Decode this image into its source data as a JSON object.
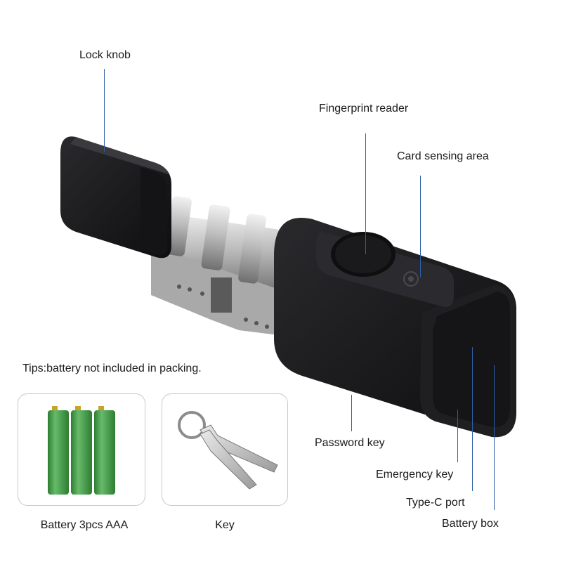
{
  "callouts": {
    "lock_knob": "Lock knob",
    "fingerprint_reader": "Fingerprint reader",
    "card_sensing_area": "Card sensing area",
    "password_key": "Password key",
    "emergency_key": "Emergency key",
    "type_c_port": "Type-C port",
    "battery_box": "Battery box"
  },
  "tips": "Tips:battery not included in packing.",
  "accessories": {
    "battery_caption": "Battery 3pcs AAA",
    "key_caption": "Key"
  },
  "colors": {
    "leader_line": "#2d5fa8",
    "lock_body": "#1b1b1d",
    "battery_green": "#4caf50"
  }
}
